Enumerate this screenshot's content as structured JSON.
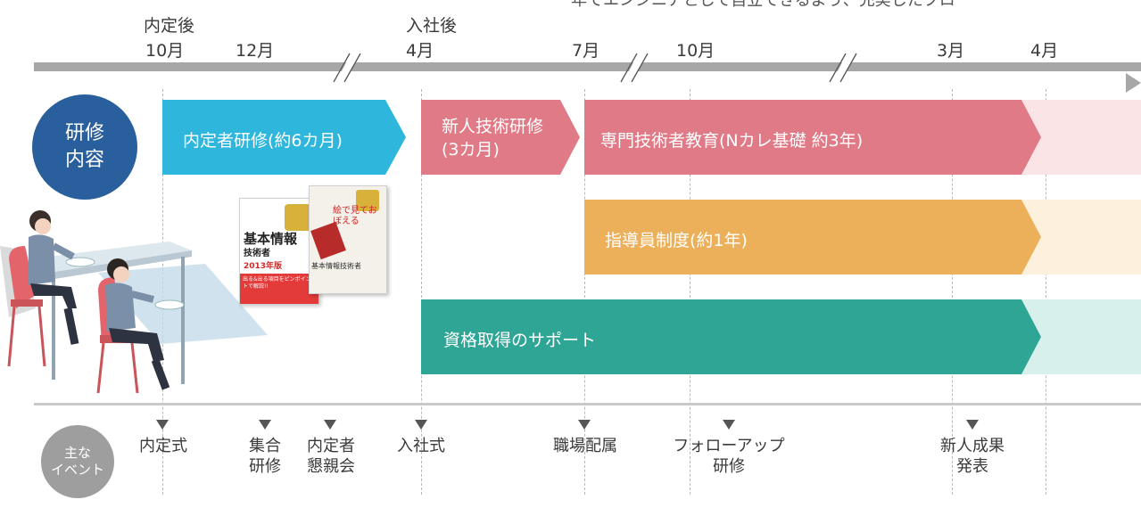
{
  "header": {
    "top_text": "年でエンジニアとして自立できるよう、充実したプロ",
    "phase_labels": [
      "内定後",
      "入社後"
    ],
    "month_labels": [
      "10月",
      "12月",
      "4月",
      "7月",
      "10月",
      "3月",
      "4月"
    ]
  },
  "left_circle": {
    "line1": "研修",
    "line2": "内容"
  },
  "events_circle": {
    "line1": "主な",
    "line2": "イベント"
  },
  "bars": [
    {
      "label": "内定者研修(約6カ月)",
      "color": "#2eb6dd"
    },
    {
      "label_line1": "新人技術研修",
      "label_line2": "(3カ月)",
      "color": "#e07a86"
    },
    {
      "label": "専門技術者教育(Nカレ基礎 約3年)",
      "color": "#e07a86",
      "fade": "#fbe4e6"
    },
    {
      "label": "指導員制度(約1年)",
      "color": "#ebb059",
      "fade": "#fdf0dd"
    },
    {
      "label": "資格取得のサポート",
      "color": "#2fa596",
      "fade": "#d8f0ec"
    }
  ],
  "books": {
    "book1": {
      "title": "基本情報",
      "subtitle": "技術者",
      "year": "2013年版",
      "banner": "出る&出る項目をピンポイントで解説!!"
    },
    "book2": {
      "title": "絵で見ておぼえる",
      "subtitle": "基本情報技術者"
    }
  },
  "events": [
    {
      "line1": "内定式",
      "line2": ""
    },
    {
      "line1": "集合",
      "line2": "研修"
    },
    {
      "line1": "内定者",
      "line2": "懇親会"
    },
    {
      "line1": "入社式",
      "line2": ""
    },
    {
      "line1": "職場配属",
      "line2": ""
    },
    {
      "line1": "フォローアップ",
      "line2": "研修"
    },
    {
      "line1": "新人成果",
      "line2": "発表"
    }
  ],
  "colors": {
    "timeline": "#a7a7a7",
    "circle_blue": "#2a5f9e",
    "circle_gray": "#9e9e9e"
  }
}
